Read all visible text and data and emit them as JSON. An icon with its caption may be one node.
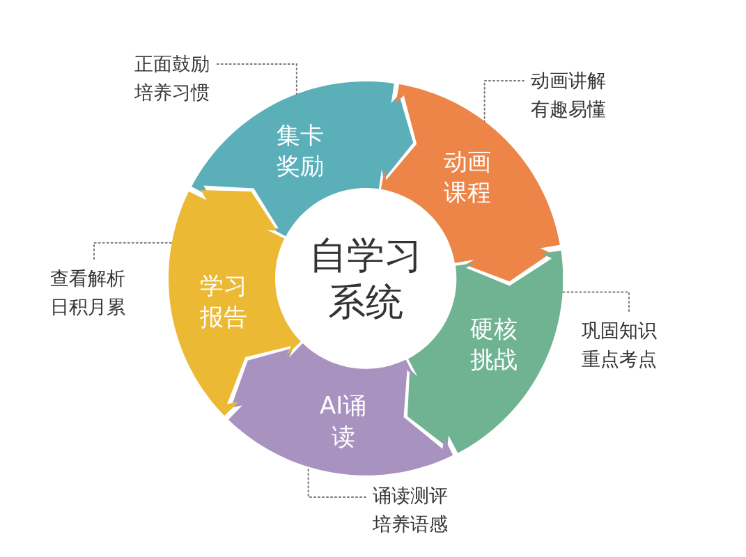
{
  "diagram": {
    "nodes": [
      {
        "text": [
          "自学习系统"
        ]
      },
      {
        "text": [
          "集卡奖励"
        ]
      },
      {
        "text": [
          "动画课程"
        ]
      },
      {
        "text": [
          "硬核挑战"
        ]
      },
      {
        "text": [
          "AI诵读"
        ]
      },
      {
        "text": [
          "学习报告"
        ]
      },
      {
        "text": [
          "正面鼓励培养习惯"
        ]
      },
      {
        "text": [
          "动画讲解有趣易懂"
        ]
      },
      {
        "text": [
          "巩固知识重点考点"
        ]
      },
      {
        "text": [
          "诵读测评培养语感"
        ]
      },
      {
        "text": [
          "查看解析日积月累"
        ]
      }
    ],
    "edges": [
      {
        "from": 6,
        "to": 1,
        "arrow": "none",
        "style": "dashed"
      },
      {
        "from": 7,
        "to": 2,
        "arrow": "none",
        "style": "dashed"
      },
      {
        "from": 8,
        "to": 3,
        "arrow": "none",
        "style": "dashed"
      },
      {
        "from": 9,
        "to": 4,
        "arrow": "none",
        "style": "dashed"
      },
      {
        "from": 10,
        "to": 5,
        "arrow": "none",
        "style": "dashed"
      }
    ]
  }
}
